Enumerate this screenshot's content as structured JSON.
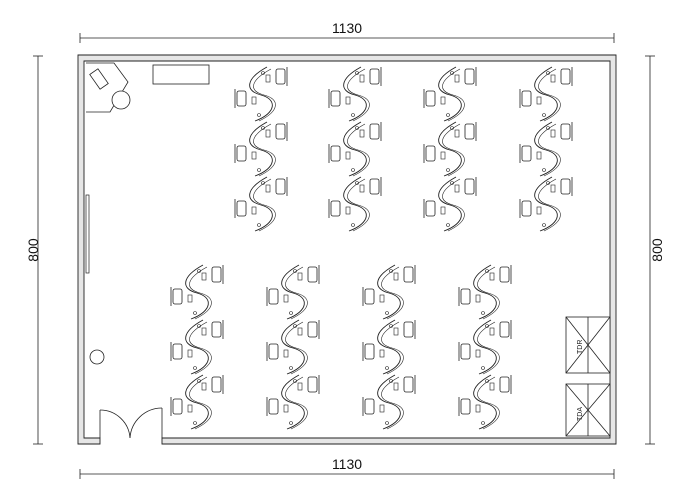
{
  "dimensions": {
    "top_width": "1130",
    "bottom_width": "1130",
    "left_height": "800",
    "right_height": "800"
  },
  "labels": {
    "cabinet_upper": "TDR",
    "cabinet_lower": "TDA"
  },
  "layout": {
    "upper_rows": 3,
    "lower_rows": 3,
    "upper_clusters": 4,
    "lower_clusters": 4
  },
  "colors": {
    "line": "#222222",
    "wall_fill": "#e6e6e6",
    "background": "#ffffff"
  }
}
